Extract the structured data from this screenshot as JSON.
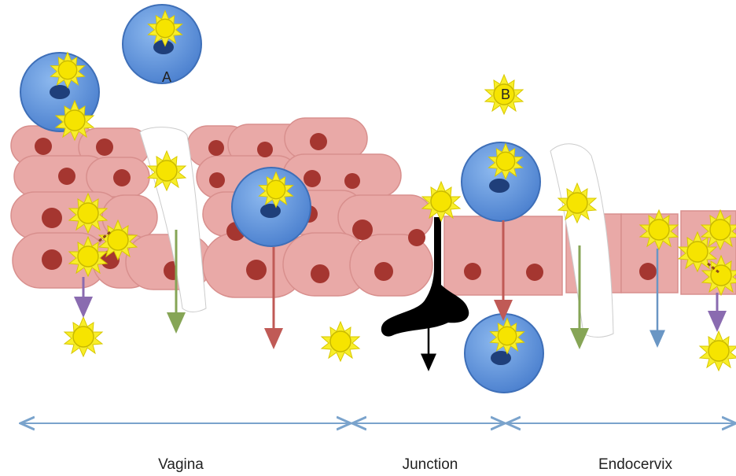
{
  "diagram": {
    "markers": {
      "a": "A",
      "b": "B"
    },
    "regions": {
      "vagina": "Vagina",
      "junction": "Junction",
      "endocervix": "Endocervix"
    }
  },
  "colors": {
    "background": "#ffffff",
    "epithelium": "#e9a9a7",
    "epithelium_outline": "#d88f8d",
    "nucleus": "#a53630",
    "cell_blue": "#5b8fd8",
    "cell_nucleus": "#1f3f7a",
    "particle_yellow": "#f8ee2a",
    "particle_outline": "#c9b900",
    "arrow_purple": "#8a6bb0",
    "arrow_green": "#86a556",
    "arrow_red": "#c05a56",
    "arrow_steel": "#6a96c4",
    "region_axis": "#7aa3cc",
    "lesion": "#000000",
    "gap": "#ffffff"
  },
  "icons": {
    "cell": "blue-cell-icon",
    "particle": "yellow-sun-particle-icon",
    "lesion": "black-lesion-icon"
  }
}
